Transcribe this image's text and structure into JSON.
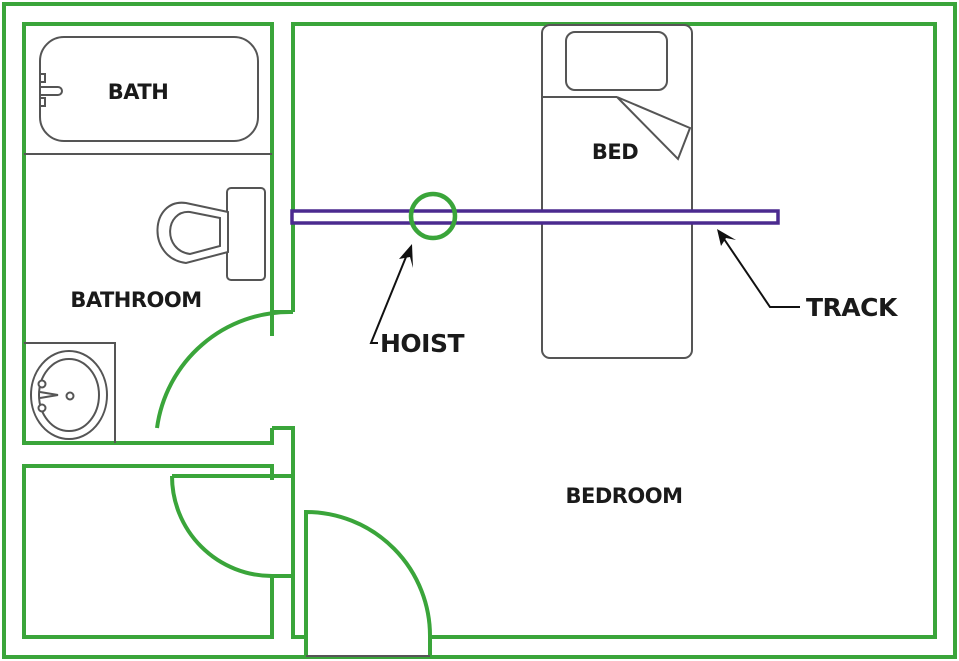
{
  "diagram": {
    "type": "floor-plan",
    "rooms": {
      "bath": "BATH",
      "bathroom": "BATHROOM",
      "bed": "BED",
      "bedroom": "BEDROOM"
    },
    "callouts": {
      "hoist": "HOIST",
      "track": "TRACK"
    },
    "colors": {
      "wall": "#3aa53a",
      "track": "#4b2a8f",
      "hoist": "#3aa53a",
      "fixture": "#555555",
      "text": "#1a1a1a"
    }
  }
}
